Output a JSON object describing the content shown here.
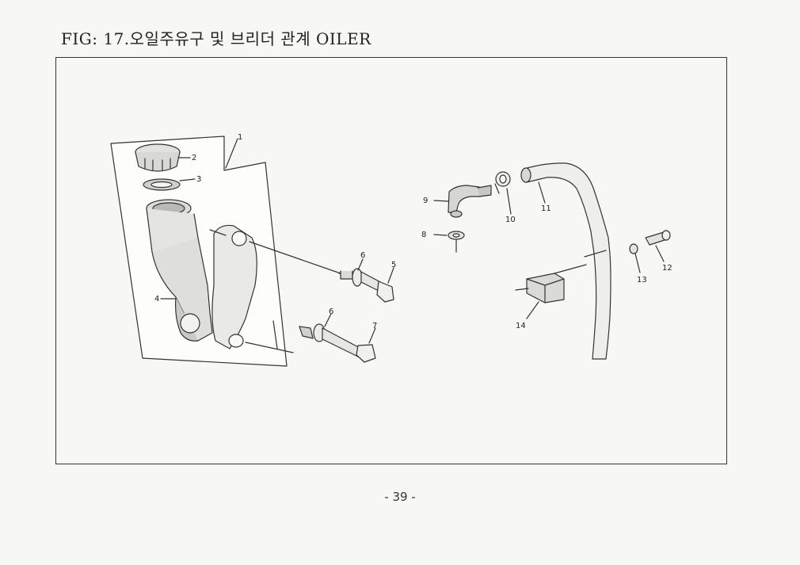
{
  "title": "FIG: 17.오일주유구 및 브리더 관계 OILER",
  "page_number": "- 39 -",
  "callouts": [
    "1",
    "2",
    "3",
    "4",
    "5",
    "6",
    "6",
    "7",
    "8",
    "9",
    "10",
    "11",
    "12",
    "13",
    "14"
  ]
}
